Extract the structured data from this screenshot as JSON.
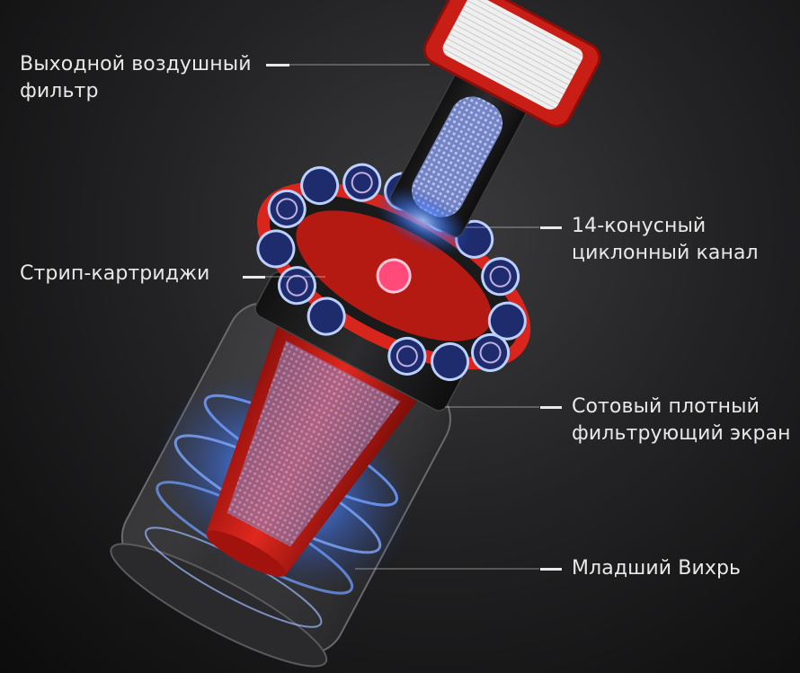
{
  "callouts": {
    "exhaust_filter": {
      "line1": "Выходной воздушный",
      "line2": "фильтр"
    },
    "cyclone_channel": {
      "line1": "14-конусный",
      "line2": "циклонный канал"
    },
    "strip_cartridges": {
      "line1": "Стрип-картриджи"
    },
    "mesh_screen": {
      "line1": "Сотовый плотный",
      "line2": "фильтрующий экран"
    },
    "small_vortex": {
      "line1": "Младший Вихрь"
    }
  },
  "colors": {
    "accent_red": "#d9261c",
    "glow_blue": "#3f7bff",
    "text": "#e8e8e8",
    "background": "#1e1e20"
  }
}
